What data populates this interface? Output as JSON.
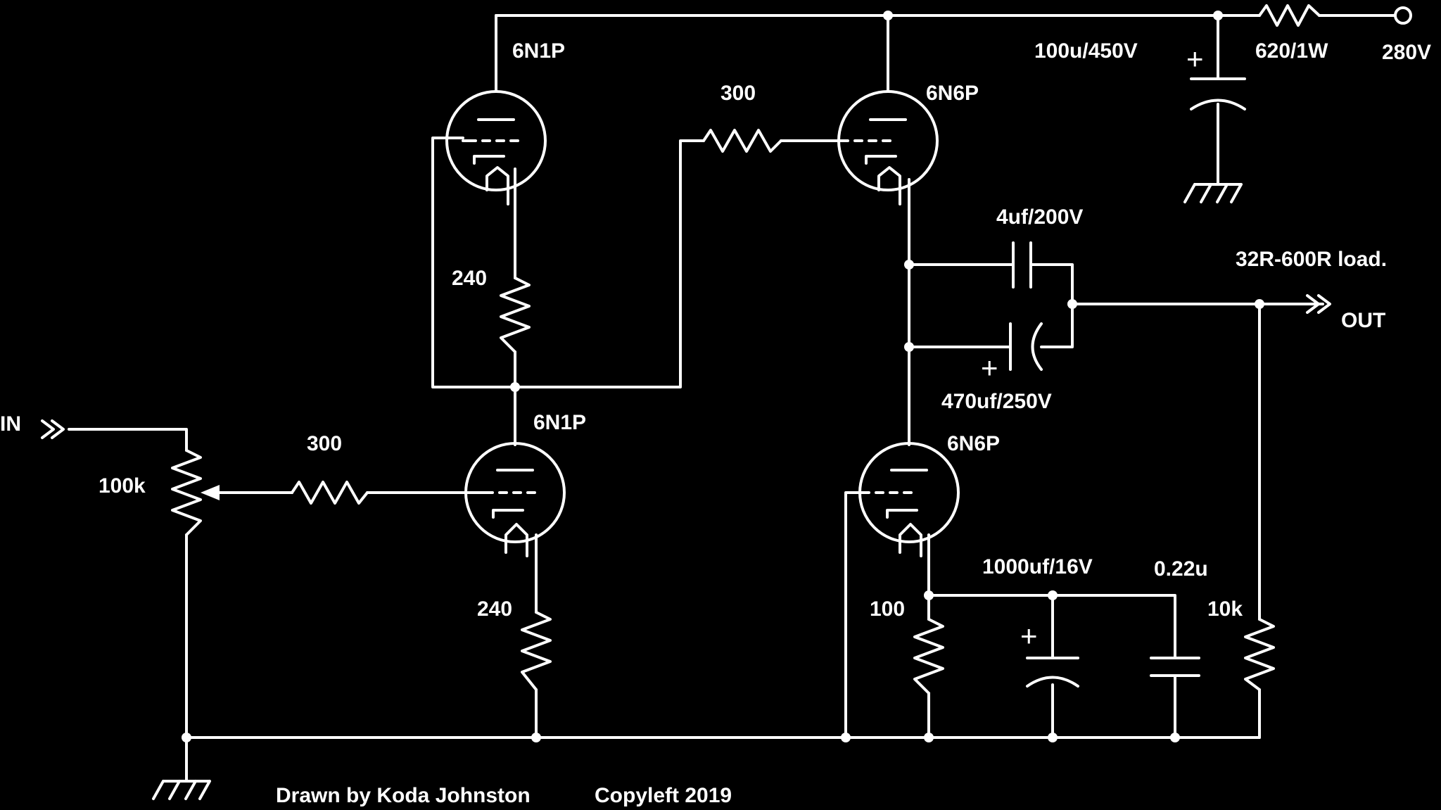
{
  "diagram": {
    "background_color": "#000000",
    "line_color": "#ffffff",
    "tubes": {
      "v1_upper": "6N1P",
      "v1_lower": "6N1P",
      "v2_upper": "6N6P",
      "v2_lower": "6N6P"
    },
    "resistors": {
      "grid_upper": "300",
      "grid_lower": "300",
      "v1_upper_cathode": "240",
      "v1_lower_cathode": "240",
      "v2_lower_cathode": "100",
      "supply": "620/1W",
      "output_load": "10k",
      "volume_pot": "100k"
    },
    "capacitors": {
      "supply_filter": "100u/450V",
      "output_film": "4uf/200V",
      "output_electrolytic": "470uf/250V",
      "cathode_bypass_electrolytic": "1000uf/16V",
      "cathode_bypass_film": "0.22u"
    },
    "supply_voltage": "280V",
    "input_label": "IN",
    "output_label": "OUT",
    "load_note": "32R-600R load.",
    "polarity_mark": "+",
    "footer_author": "Drawn by Koda Johnston",
    "footer_copyleft": "Copyleft 2019"
  }
}
